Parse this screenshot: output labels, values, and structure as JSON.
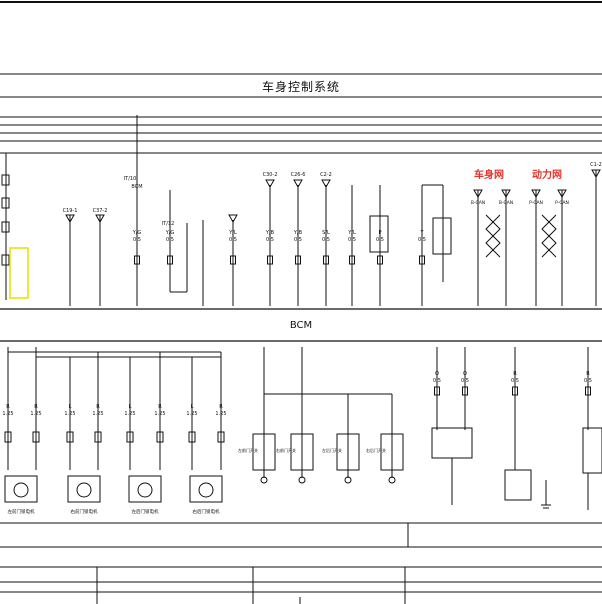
{
  "diagram": {
    "title": "车身控制系统",
    "module_label": "BCM",
    "watermark_left": "车身网",
    "watermark_right": "动力网",
    "accent_color": "#e8332a",
    "highlight_color": "#e6e000"
  },
  "upper_connectors": [
    {
      "id": "C19-1",
      "label": "C19-1"
    },
    {
      "id": "C37-2",
      "label": "C37-2"
    },
    {
      "id": "IT-10",
      "label": "IT/10"
    },
    {
      "id": "BCM-A",
      "label": "BCM"
    },
    {
      "id": "IT-12",
      "label": "IT/12"
    },
    {
      "id": "C30-2",
      "label": "C30-2"
    },
    {
      "id": "C26-6",
      "label": "C26-6"
    },
    {
      "id": "C2-2",
      "label": "C2-2"
    },
    {
      "id": "C1-2",
      "label": "C1-2"
    }
  ],
  "upper_wires": [
    {
      "color": "Y/G",
      "size": "0.5"
    },
    {
      "color": "Y/G",
      "size": "0.5"
    },
    {
      "color": "Y/L",
      "size": "0.5"
    },
    {
      "color": "Y/B",
      "size": "0.5"
    },
    {
      "color": "Y/B",
      "size": "0.5"
    },
    {
      "color": "S/L",
      "size": "0.5"
    },
    {
      "color": "Y/L",
      "size": "0.5"
    },
    {
      "color": "P",
      "size": "0.5"
    },
    {
      "color": "Y",
      "size": "0.5"
    }
  ],
  "can_labels": [
    "B-CAN",
    "B-CAN",
    "P-CAN",
    "P-CAN"
  ],
  "lower_wires": [
    {
      "color": "R",
      "size": "1.25"
    },
    {
      "color": "R",
      "size": "1.25"
    },
    {
      "color": "L",
      "size": "1.25"
    },
    {
      "color": "R",
      "size": "1.25"
    },
    {
      "color": "L",
      "size": "1.25"
    },
    {
      "color": "R",
      "size": "1.25"
    },
    {
      "color": "L",
      "size": "1.25"
    },
    {
      "color": "R",
      "size": "1.25"
    }
  ],
  "motors": [
    {
      "label": "左前门锁电机"
    },
    {
      "label": "右前门锁电机"
    },
    {
      "label": "左后门锁电机"
    },
    {
      "label": "右后门锁电机"
    }
  ],
  "door_switches": [
    {
      "label": "左前门开关"
    },
    {
      "label": "右前门开关"
    },
    {
      "label": "左后门开关"
    },
    {
      "label": "右后门开关"
    }
  ],
  "right_lower": [
    {
      "color": "O",
      "size": "0.5"
    },
    {
      "color": "O",
      "size": "0.5"
    },
    {
      "color": "R",
      "size": "0.5"
    },
    {
      "color": "R",
      "size": "0.5"
    }
  ]
}
